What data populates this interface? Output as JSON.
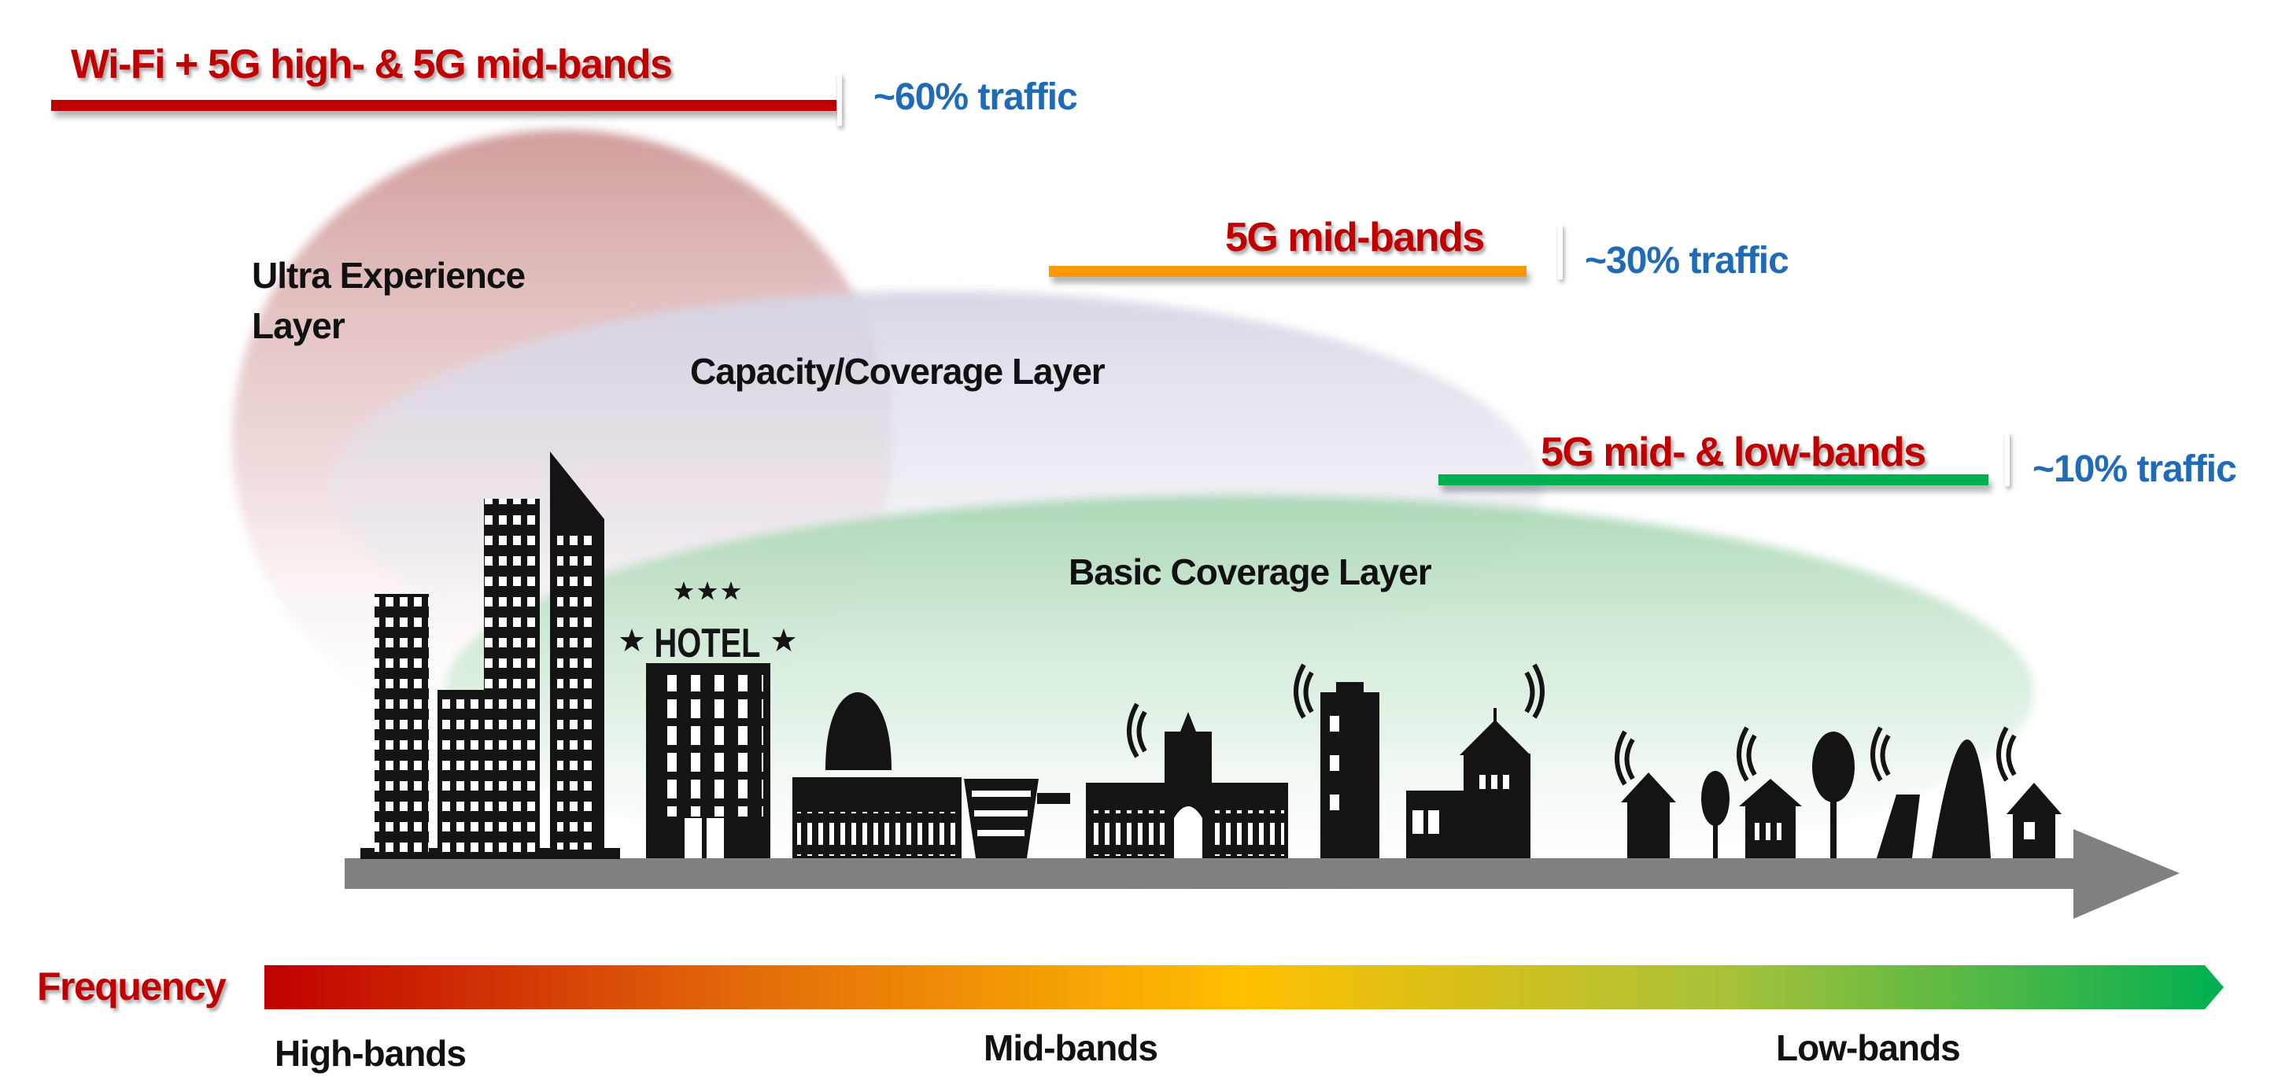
{
  "layers": {
    "ultra": {
      "label_line1": "Ultra Experience",
      "label_line2": "Layer",
      "bands": "Wi-Fi + 5G high- & 5G mid-bands",
      "traffic": "~60% traffic",
      "color": "#c00000"
    },
    "capacity": {
      "label": "Capacity/Coverage Layer",
      "bands": "5G mid-bands",
      "traffic": "~30% traffic",
      "color": "#ff9900"
    },
    "basic": {
      "label": "Basic Coverage Layer",
      "bands": "5G mid- & low-bands",
      "traffic": "~10% traffic",
      "color": "#00b050"
    }
  },
  "skyline": {
    "hotel_sign": "HOTEL"
  },
  "frequency": {
    "title": "Frequency",
    "labels": [
      "High-bands",
      "Mid-bands",
      "Low-bands"
    ],
    "gradient": [
      "#c00000",
      "#e46c0a",
      "#ffc000",
      "#92c33f",
      "#00b050"
    ]
  },
  "colors": {
    "traffic_text": "#1f6bb8",
    "building": "#141414",
    "ground_arrow": "#808080"
  }
}
